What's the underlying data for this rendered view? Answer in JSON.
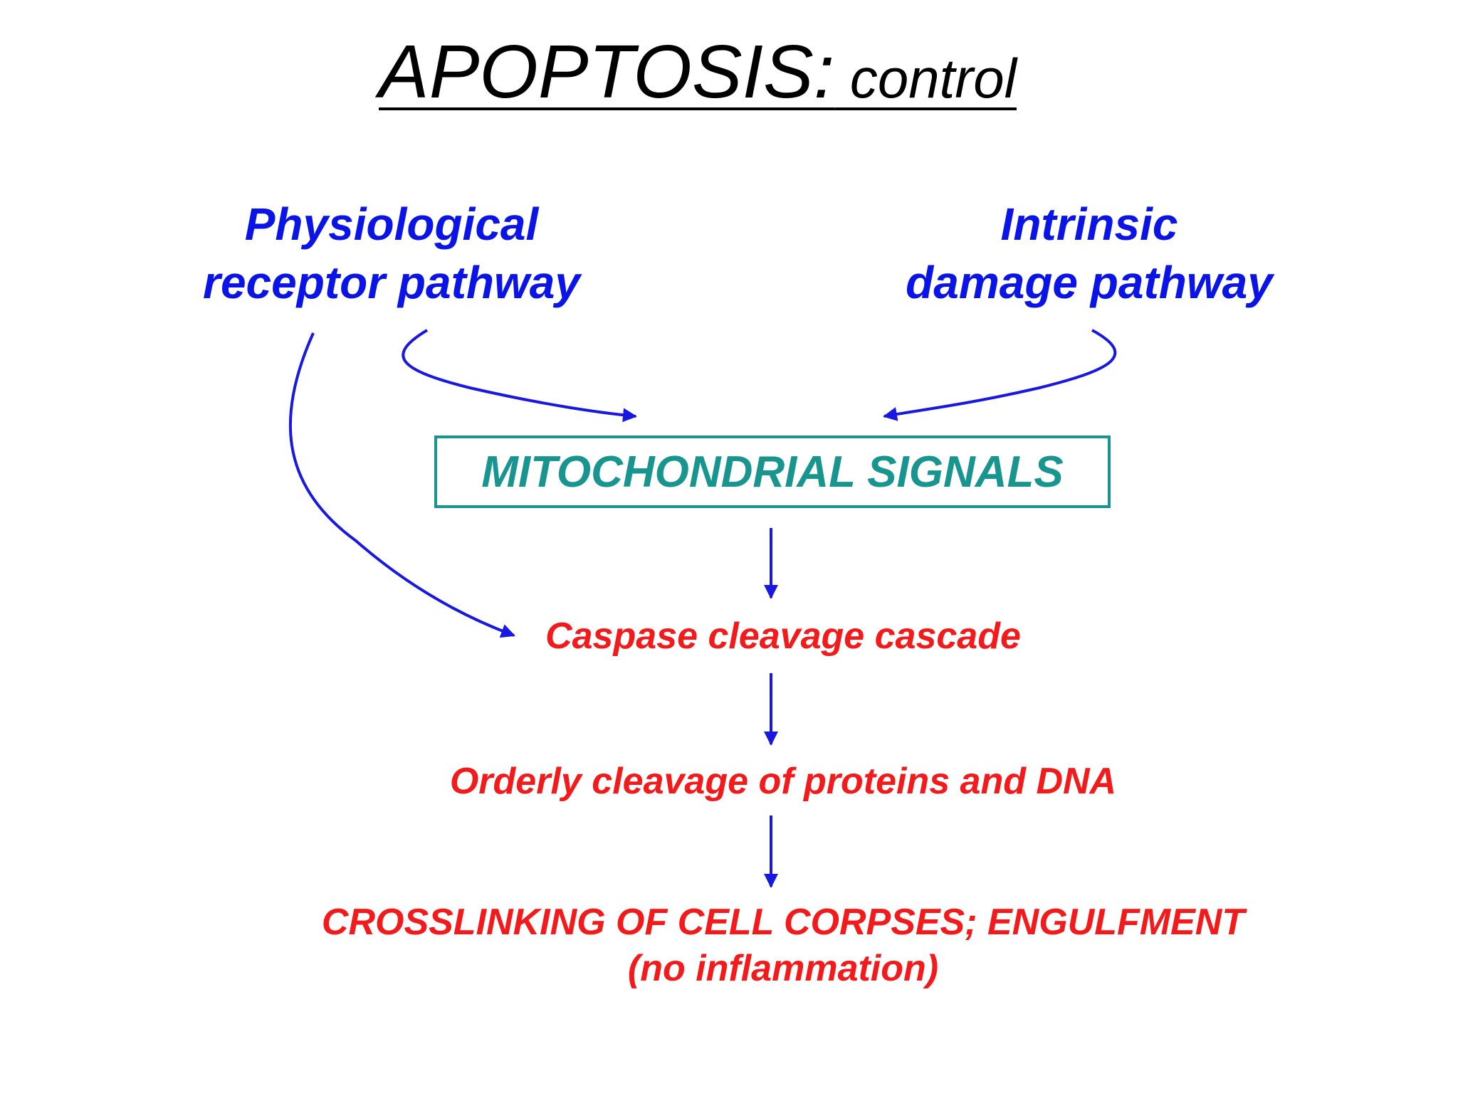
{
  "title": {
    "main": "APOPTOSIS:",
    "sub": " control "
  },
  "pathways": {
    "left": {
      "line1": "Physiological",
      "line2": "receptor pathway"
    },
    "right": {
      "line1": "Intrinsic",
      "line2": "damage pathway"
    }
  },
  "mitochondrial": {
    "label": "MITOCHONDRIAL SIGNALS"
  },
  "steps": {
    "caspase": "Caspase cleavage cascade",
    "orderly": "Orderly cleavage of proteins and DNA",
    "crosslink_line1": "CROSSLINKING OF CELL CORPSES; ENGULFMENT",
    "crosslink_line2": "(no inflammation)"
  },
  "colors": {
    "pathway_blue": "#0a14e6",
    "mito_teal": "#17958e",
    "step_red": "#f21a1a",
    "arrow_blue": "#1818e0",
    "title_black": "#000000"
  }
}
